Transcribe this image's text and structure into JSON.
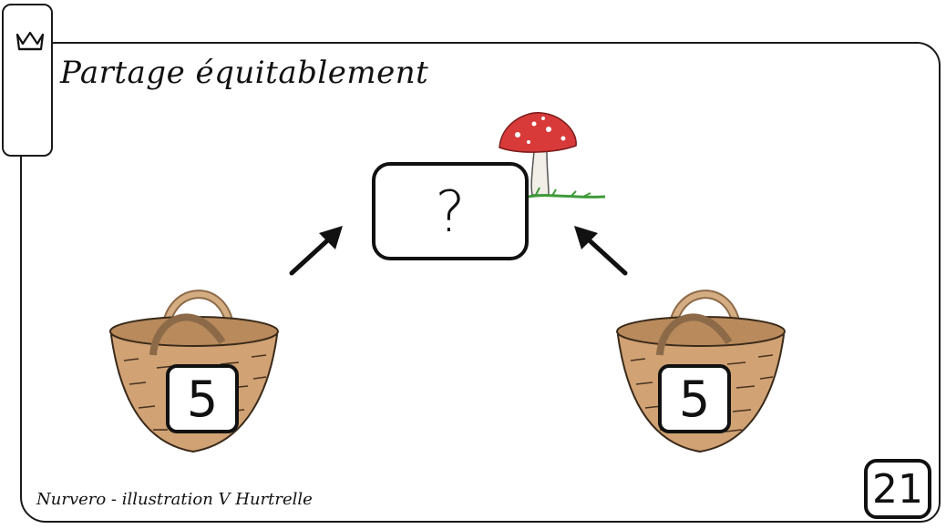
{
  "card": {
    "title": "Partage équitablement",
    "credit": "Nurvero - illustration V Hurtrelle",
    "page_number": "21"
  },
  "result": {
    "label": "?"
  },
  "baskets": [
    {
      "count": "5"
    },
    {
      "count": "5"
    }
  ],
  "icons": [
    "crown-icon",
    "mushroom",
    "basket",
    "arrow"
  ],
  "colors": {
    "ink": "#111111",
    "basket": "#c99a6a",
    "mushroom_cap": "#d83a3a"
  }
}
